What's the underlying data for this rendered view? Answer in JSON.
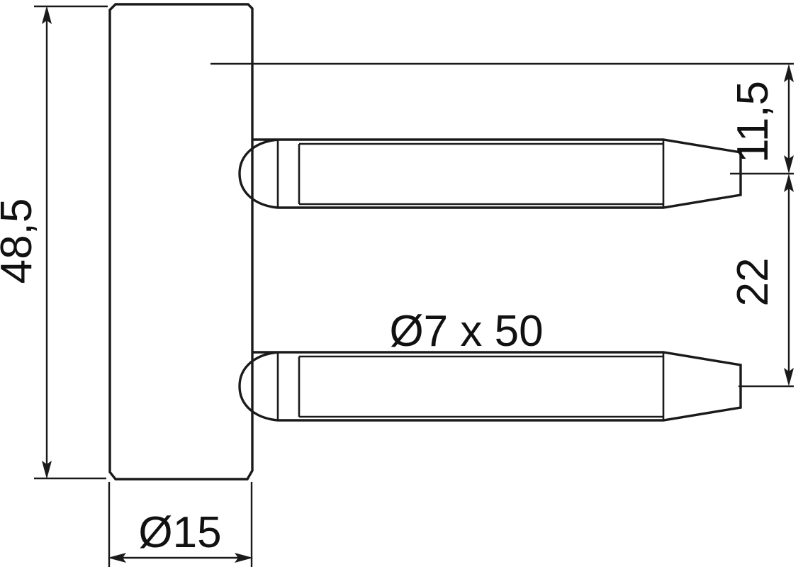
{
  "drawing": {
    "title": "hinge-pin-technical-drawing",
    "background_color": "#ffffff",
    "line_color": "#1a1a1a",
    "dimensions": {
      "overall_height": {
        "label": "48,5",
        "orientation": "vertical",
        "position": "left",
        "unit_implied": "mm"
      },
      "body_diameter": {
        "label": "Ø15",
        "orientation": "horizontal",
        "position": "bottom",
        "unit_implied": "mm"
      },
      "pin_spec": {
        "label": "Ø7 x 50",
        "orientation": "horizontal",
        "position": "center",
        "unit_implied": "mm"
      },
      "top_offset": {
        "label": "11,5",
        "orientation": "vertical",
        "position": "right-upper",
        "unit_implied": "mm"
      },
      "pin_spacing": {
        "label": "22",
        "orientation": "vertical",
        "position": "right-lower",
        "unit_implied": "mm"
      }
    }
  }
}
